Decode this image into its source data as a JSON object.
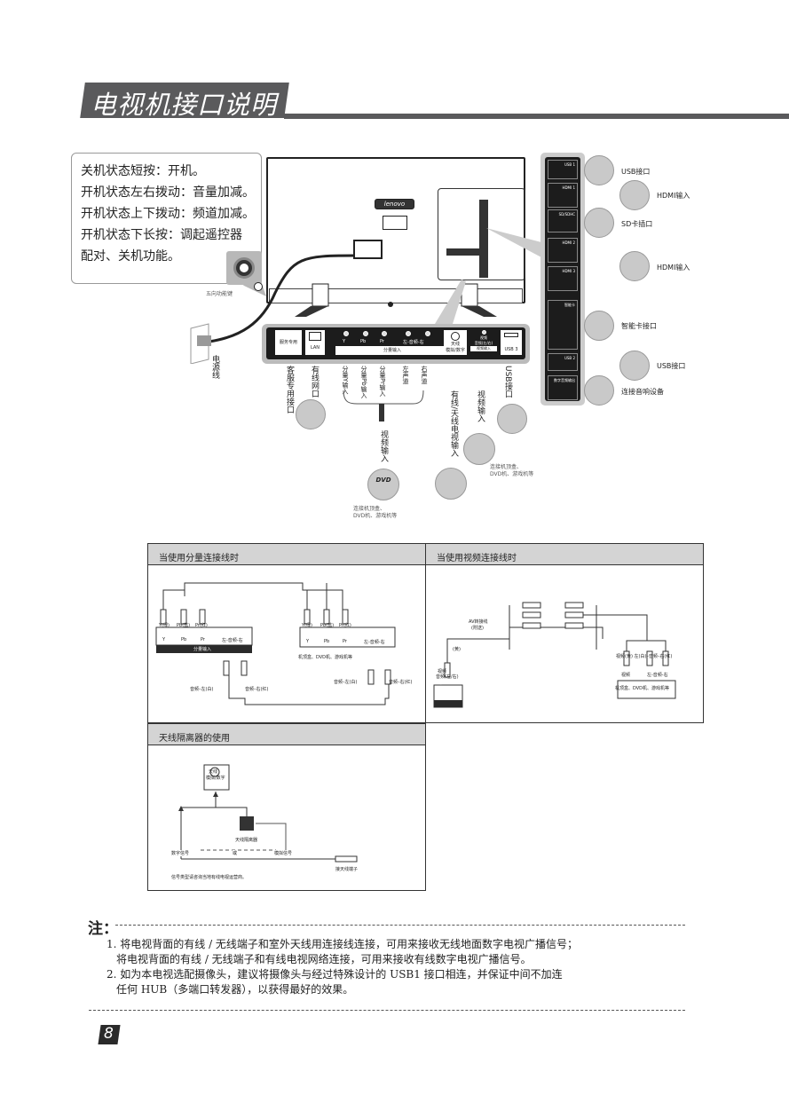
{
  "header": {
    "title": "电视机接口说明"
  },
  "callout": {
    "lines": [
      "关机状态短按：开机。",
      "开机状态左右拨动：音量加减。",
      "开机状态上下拨动：频道加减。",
      "开机状态下长按：调起遥控器",
      "配对、关机功能。"
    ],
    "button_label": "五向功能键"
  },
  "tv": {
    "logo": "lenovo",
    "power_cord_label": "电源线"
  },
  "bottom_panel": {
    "ports": [
      {
        "label": "服务专用"
      },
      {
        "label": "LAN"
      },
      {
        "label": "Y"
      },
      {
        "label": "Pb"
      },
      {
        "label": "Pr"
      },
      {
        "label": "左-音频-右"
      },
      {
        "label": "分量输入"
      },
      {
        "label": "天线",
        "sub": "模拟/数字"
      },
      {
        "label": "视频",
        "sub": "音频(左/右)",
        "group": "视频输入"
      },
      {
        "label": "USB 3"
      }
    ],
    "callouts": [
      "客服专用接口",
      "有线网口",
      "分量Y输入",
      "分量Pb输入",
      "分量Pr输入",
      "左声道",
      "右声道",
      "有线/天线电视输入",
      "视频输入",
      "USB接口",
      "视频输入"
    ],
    "dvd_caption": [
      "连接机顶盒、",
      "DVD机、游戏机等"
    ],
    "game_caption": [
      "连接机顶盒、",
      "DVD机、游戏机等"
    ]
  },
  "side_panel": {
    "ports": [
      "USB 1",
      "HDMI 1",
      "SD/SDHC",
      "HDMI 2",
      "HDMI 3",
      "智能卡",
      "USB 2",
      "数字音频输出"
    ],
    "labels": [
      "USB接口",
      "HDMI输入",
      "SD卡插口",
      "HDMI输入",
      "智能卡接口",
      "USB接口",
      "连接音响设备"
    ]
  },
  "sections": {
    "component": {
      "title": "当使用分量连接线时",
      "tv_labels": [
        "Y(绿)",
        "Pb(蓝)",
        "Pr(红)"
      ],
      "tv_ports": [
        "Y",
        "Pb",
        "Pr",
        "左-音频-右"
      ],
      "tv_group": "分量输入",
      "dev_labels": [
        "Y(绿)",
        "Pb(蓝)",
        "Pr(红)"
      ],
      "dev_ports": [
        "Y",
        "Pb",
        "Pr",
        "左-音频-右"
      ],
      "dev_caption": "机顶盒、DVD机、游戏机等",
      "audio_tv": [
        "音频–左(白)",
        "音频–右(红)"
      ],
      "audio_dev": [
        "音频–左(白)",
        "音频–右(红)"
      ]
    },
    "video": {
      "title": "当使用视频连接线时",
      "cable": [
        "AV转接线",
        "(附送)"
      ],
      "yellow": "(黄)",
      "tv_port": [
        "视频",
        "音频(左/右)"
      ],
      "tv_group": "视频输入",
      "dev_labels": "视频(黄)  左(白)–音频–右(红)",
      "dev_ports": [
        "视频",
        "左-音频-右"
      ],
      "dev_caption": "机顶盒、DVD机、游戏机等"
    },
    "antenna": {
      "title": "天线隔离器的使用",
      "port": [
        "天线",
        "模拟/数字"
      ],
      "isolator": "天线隔离器",
      "digital": "数字信号",
      "or": "或",
      "analog": "模拟信号",
      "plug": "接天线端子",
      "footnote": "信号类型请咨询当地有线电视运营商。"
    }
  },
  "notes": {
    "title": "注：",
    "items": [
      "1. 将电视背面的有线 / 无线端子和室外天线用连接线连接，可用来接收无线地面数字电视广播信号；",
      "将电视背面的有线 / 无线端子和有线电视网络连接，可用来接收有线数字电视广播信号。",
      "2. 如为本电视选配摄像头，建议将摄像头与经过特殊设计的 USB1 接口相连，并保证中间不加连",
      "任何 HUB（多端口转发器），以获得最好的效果。"
    ]
  },
  "page_number": "8"
}
